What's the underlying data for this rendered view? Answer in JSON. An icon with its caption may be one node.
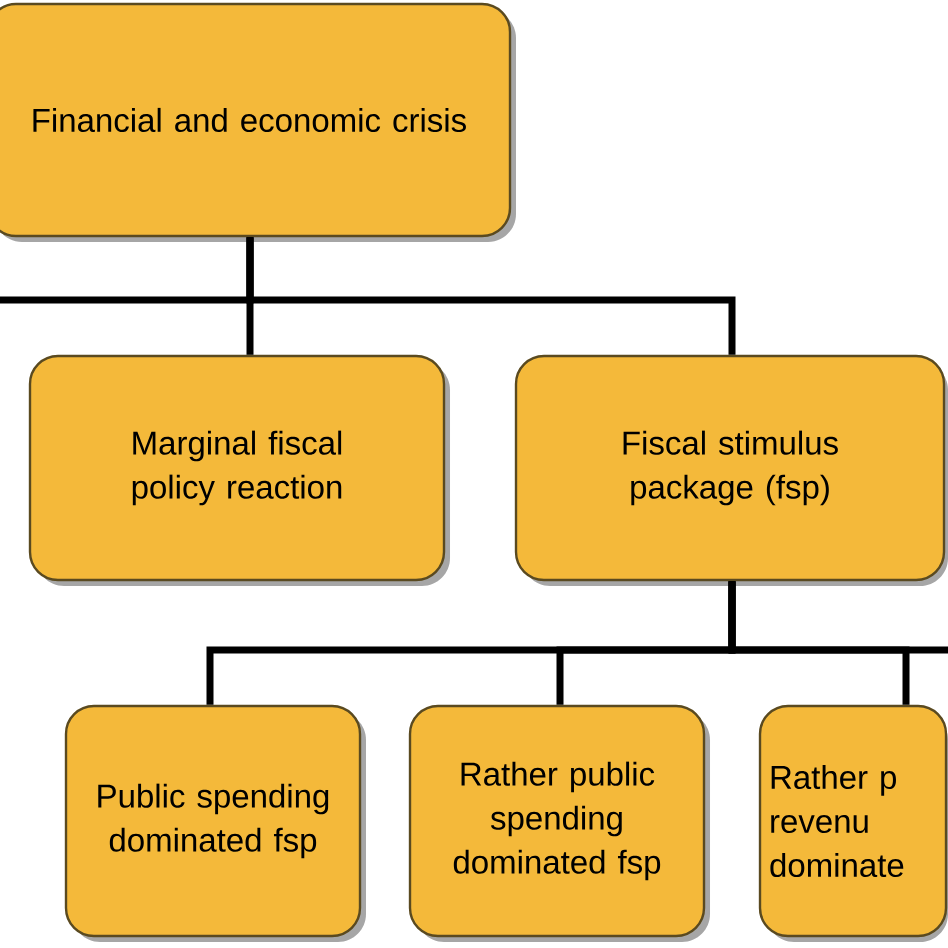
{
  "diagram": {
    "nodes": [
      {
        "text": [
          "Financial and economic crisis"
        ]
      },
      {
        "text": [
          "Marginal fiscal policy reaction"
        ]
      },
      {
        "text": [
          "Fiscal stimulus package (fsp)"
        ]
      },
      {
        "text": [
          "Public spending dominated fsp"
        ]
      },
      {
        "text": [
          "Rather public spending dominated fsp"
        ]
      },
      {
        "text": [
          "Rather p revenu dominate"
        ]
      }
    ],
    "edges": [
      {
        "from": 0,
        "to": null,
        "arrow": "none"
      },
      {
        "from": 0,
        "to": 1,
        "arrow": "none"
      },
      {
        "from": 0,
        "to": 2,
        "arrow": "none"
      },
      {
        "from": 2,
        "to": 3,
        "arrow": "none"
      },
      {
        "from": 2,
        "to": 4,
        "arrow": "none"
      },
      {
        "from": 2,
        "to": 5,
        "arrow": "none"
      },
      {
        "from": 2,
        "to": null,
        "arrow": "none"
      }
    ]
  }
}
